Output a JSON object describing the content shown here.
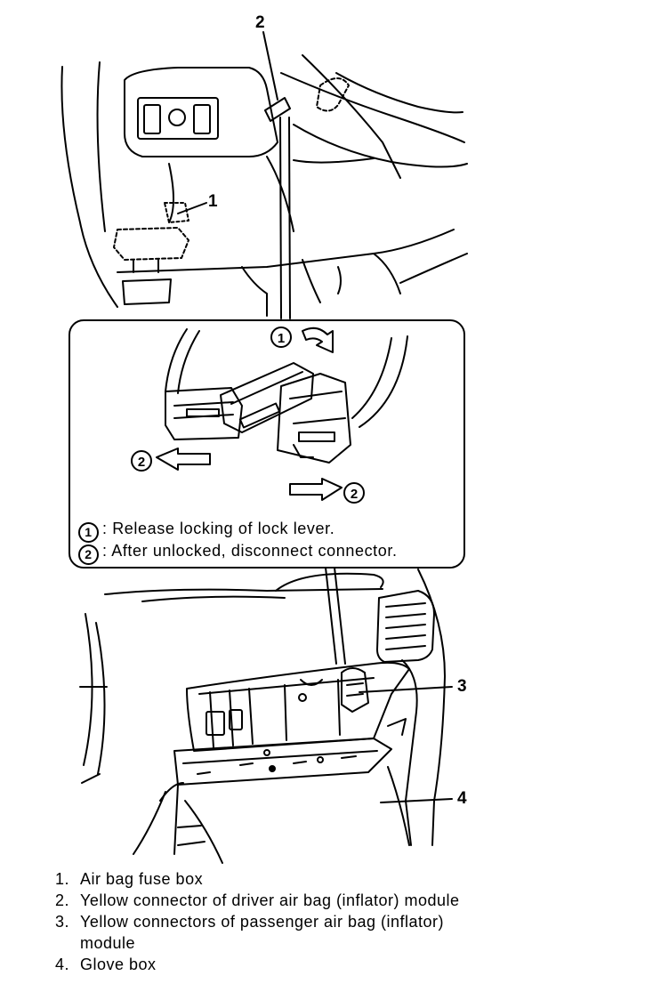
{
  "callouts": {
    "fuse_box": "1",
    "driver_connector": "2",
    "passenger_connector": "3",
    "glove_box": "4"
  },
  "inset": {
    "step1_badge": "1",
    "step2_badge": "2",
    "caption_1_num": "1",
    "caption_1_text": ": Release locking of lock lever.",
    "caption_2_num": "2",
    "caption_2_text": ": After unlocked, disconnect connector."
  },
  "legend": [
    {
      "num": "1.",
      "text": "Air bag fuse box"
    },
    {
      "num": "2.",
      "text": "Yellow connector of driver air bag (inflator) module"
    },
    {
      "num": "3.",
      "text": "Yellow connectors of passenger air bag (inflator) module"
    },
    {
      "num": "4.",
      "text": "Glove box"
    }
  ]
}
